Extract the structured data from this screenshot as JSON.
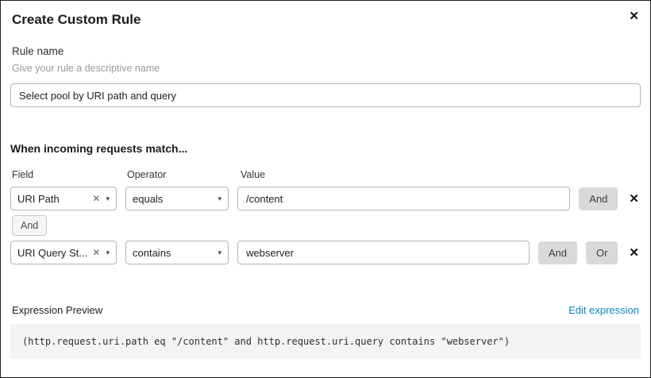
{
  "dialog": {
    "title": "Create Custom Rule"
  },
  "icons": {
    "close": "✕",
    "clear": "✕",
    "chevron": "▾",
    "remove": "✕"
  },
  "rule_name": {
    "label": "Rule name",
    "hint": "Give your rule a descriptive name",
    "value": "Select pool by URI path and query"
  },
  "match": {
    "heading": "When incoming requests match...",
    "columns": {
      "field": "Field",
      "operator": "Operator",
      "value": "Value"
    }
  },
  "rows": [
    {
      "field": "URI Path",
      "operator": "equals",
      "value": "/content",
      "and": "And"
    },
    {
      "field": "URI Query St...",
      "operator": "contains",
      "value": "webserver",
      "and": "And",
      "or": "Or"
    }
  ],
  "connector": "And",
  "expression": {
    "label": "Expression Preview",
    "edit_link": "Edit expression",
    "code": "(http.request.uri.path eq \"/content\" and http.request.uri.query contains \"webserver\")"
  },
  "colors": {
    "link": "#0d85c0",
    "conjunction_button_bg": "#d9d9d9",
    "code_background": "#f4f4f4",
    "input_border": "#b5b5b5"
  }
}
